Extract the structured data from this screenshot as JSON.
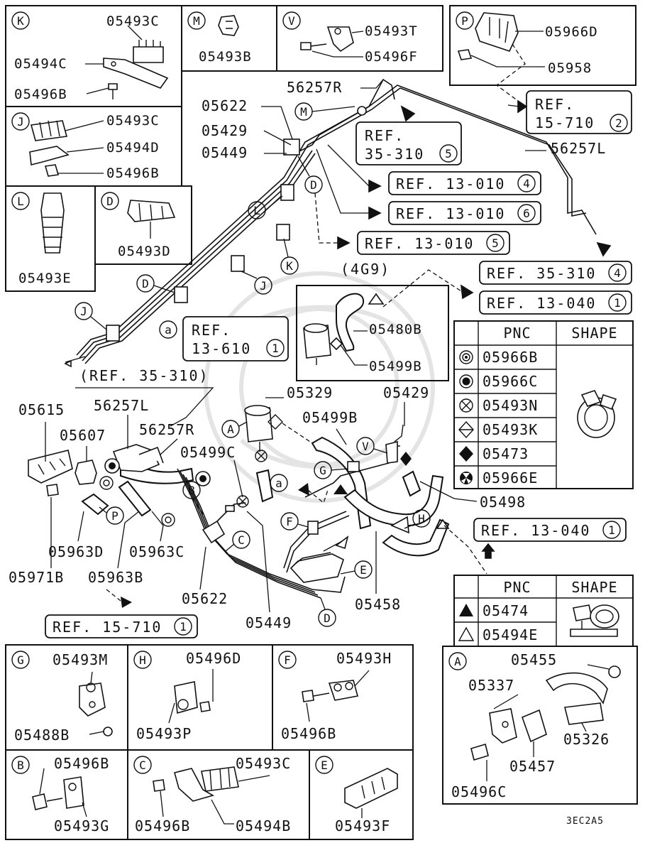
{
  "diagram": {
    "diagram_code": "3EC2A5",
    "detail_panels": {
      "K": {
        "letter": "K",
        "parts": [
          "05493C",
          "05494C",
          "05496B"
        ]
      },
      "M": {
        "letter": "M",
        "parts": [
          "05493B"
        ]
      },
      "V": {
        "letter": "V",
        "parts": [
          "05493T",
          "05496F"
        ]
      },
      "P": {
        "letter": "P",
        "parts": [
          "05966D",
          "05958"
        ]
      },
      "J": {
        "letter": "J",
        "parts": [
          "05493C",
          "05494D",
          "05496B"
        ]
      },
      "L": {
        "letter": "L",
        "parts": [
          "05493E"
        ]
      },
      "D": {
        "letter": "D",
        "parts": [
          "05493D"
        ]
      },
      "G": {
        "letter": "G",
        "parts": [
          "05493M",
          "05488B"
        ]
      },
      "H": {
        "letter": "H",
        "parts": [
          "05496D",
          "05493P"
        ]
      },
      "F": {
        "letter": "F",
        "parts": [
          "05493H",
          "05496B"
        ]
      },
      "B": {
        "letter": "B",
        "parts": [
          "05496B",
          "05493G"
        ]
      },
      "C": {
        "letter": "C",
        "parts": [
          "05493C",
          "05496B",
          "05494B"
        ]
      },
      "E": {
        "letter": "E",
        "parts": [
          "05493F"
        ]
      },
      "A": {
        "letter": "A",
        "parts": [
          "05455",
          "05337",
          "05326",
          "05457",
          "05496C"
        ]
      }
    },
    "engine_box": {
      "title": "(4G9)",
      "parts": [
        "05480B",
        "05499B"
      ]
    },
    "references": [
      {
        "label": "REF.",
        "code": "15-710",
        "num": "2"
      },
      {
        "label": "REF.",
        "code": "35-310",
        "num": "5"
      },
      {
        "label": "REF. 13-010",
        "num": "4"
      },
      {
        "label": "REF. 13-010",
        "num": "6"
      },
      {
        "label": "REF. 13-010",
        "num": "5"
      },
      {
        "label": "REF. 35-310",
        "num": "4"
      },
      {
        "label": "REF. 13-040",
        "num": "1"
      },
      {
        "label": "REF.",
        "code": "13-610",
        "num": "1"
      },
      {
        "label": "(REF. 35-310)"
      },
      {
        "label": "REF. 13-040",
        "num": "1"
      },
      {
        "label": "REF. 15-710",
        "num": "1"
      }
    ],
    "upper_labels": [
      "56257R",
      "05622",
      "05429",
      "05449",
      "56257L"
    ],
    "callouts": [
      "M",
      "D",
      "L",
      "K",
      "J",
      "D",
      "J",
      "a"
    ],
    "main_labels": [
      "05329",
      "05429",
      "05499B",
      "05499C",
      "05615",
      "56257L",
      "05607",
      "56257R",
      "05498",
      "05963D",
      "05963C",
      "05971B",
      "05963B",
      "05622",
      "05449",
      "05458"
    ],
    "main_callouts": [
      "A",
      "V",
      "G",
      "B",
      "C",
      "F",
      "H",
      "E",
      "D",
      "P",
      "a"
    ],
    "shape_table_1": {
      "col_pnc": "PNC",
      "col_shape": "SHAPE",
      "rows": [
        {
          "symbol": "circle-dot",
          "pnc": "05966B"
        },
        {
          "symbol": "circle-filled",
          "pnc": "05966C"
        },
        {
          "symbol": "circle-cross",
          "pnc": "05493N"
        },
        {
          "symbol": "diamond-open",
          "pnc": "05493K"
        },
        {
          "symbol": "diamond-filled",
          "pnc": "05473"
        },
        {
          "symbol": "circle-radiation",
          "pnc": "05966E"
        }
      ]
    },
    "shape_table_2": {
      "col_pnc": "PNC",
      "col_shape": "SHAPE",
      "rows": [
        {
          "symbol": "triangle-filled",
          "pnc": "05474"
        },
        {
          "symbol": "triangle-open",
          "pnc": "05494E"
        }
      ]
    }
  }
}
